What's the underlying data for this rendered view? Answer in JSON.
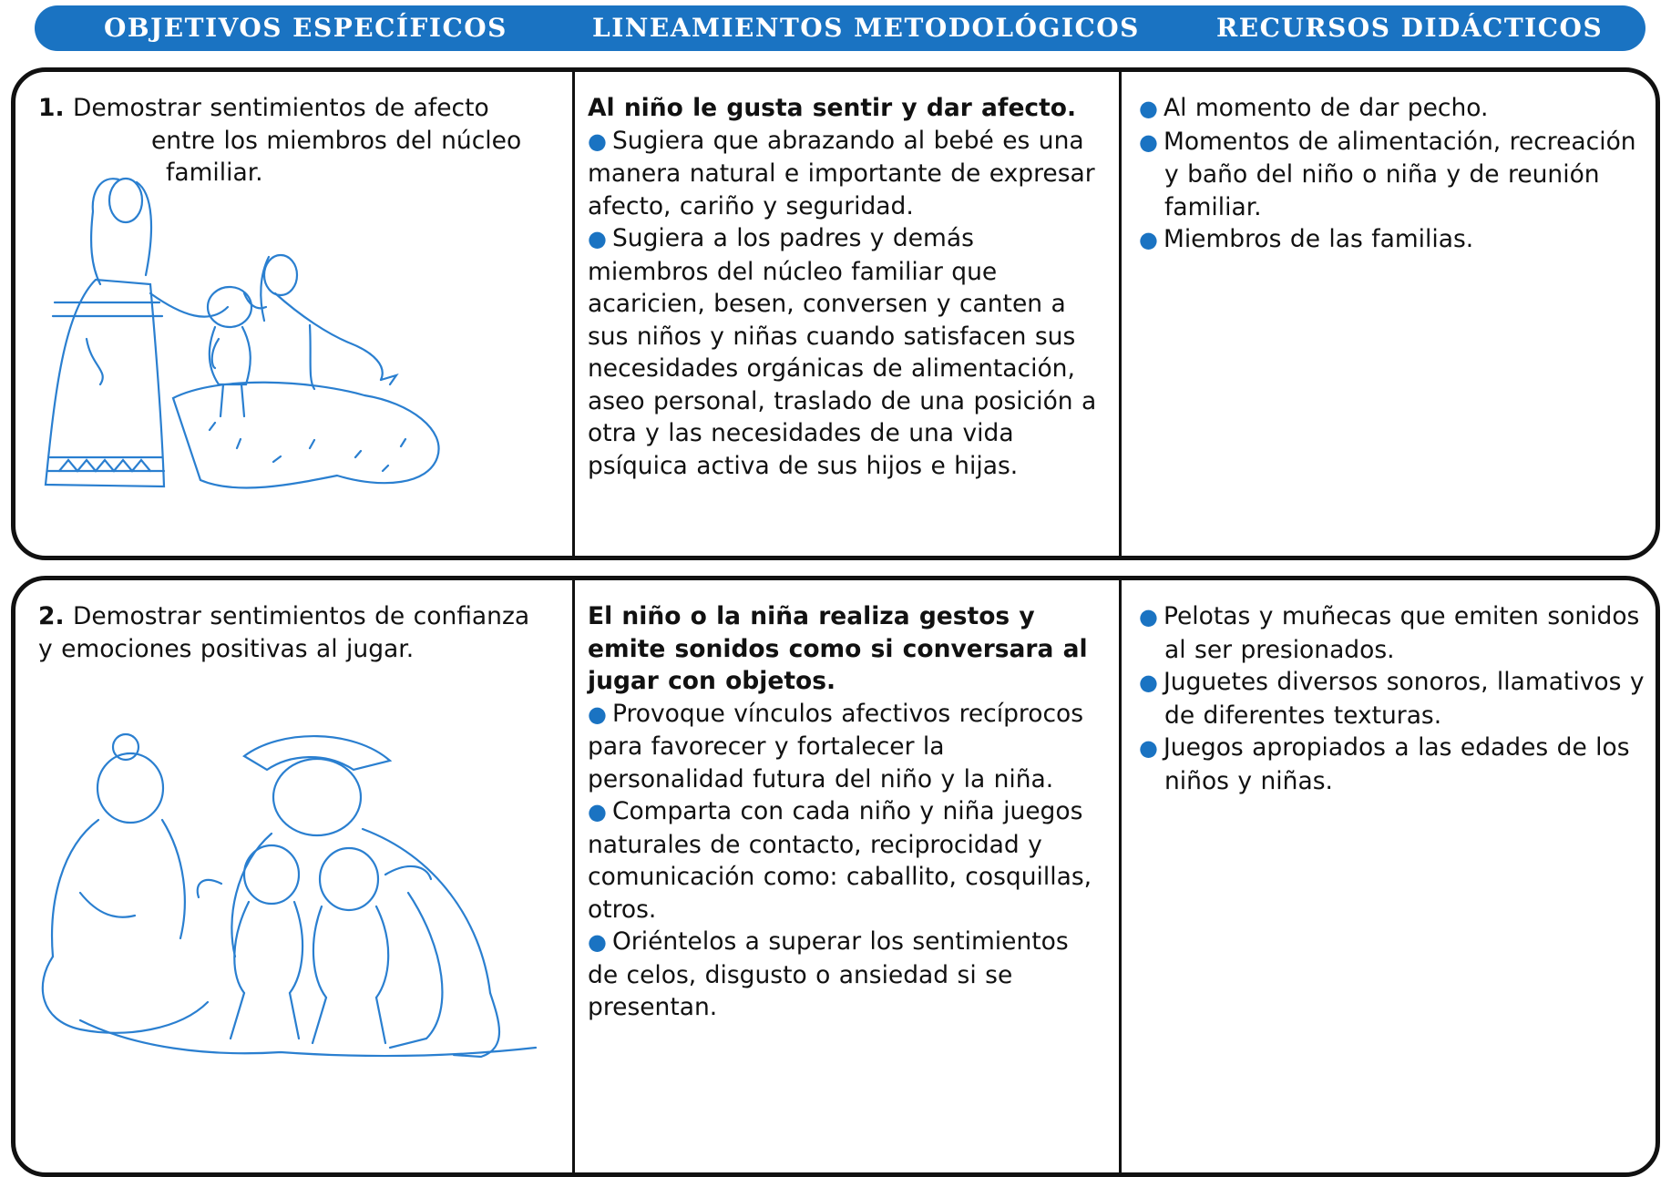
{
  "header": {
    "col1": "OBJETIVOS ESPECÍFICOS",
    "col2": "LINEAMIENTOS METODOLÓGICOS",
    "col3": "RECURSOS DIDÁCTICOS"
  },
  "row1": {
    "objective_number": "1.",
    "objective_line1": "Demostrar sentimientos de afecto",
    "objective_line2": "entre los miembros del núcleo",
    "objective_line3": "familiar.",
    "method_title": "Al niño le gusta sentir y dar afecto.",
    "method_bullet1": "Sugiera que abrazando al bebé es una manera natural e importante de expresar afecto, cariño y seguridad.",
    "method_bullet2": "Sugiera a los padres y demás miembros del núcleo familiar que acaricien, besen, conversen y canten a sus niños y niñas cuando satisfacen sus necesidades orgánicas de alimentación, aseo personal, traslado de una posición a otra y las necesidades de una vida psíquica activa de sus hijos e hijas.",
    "resources": [
      "Al momento de dar pecho.",
      "Momentos de alimentación, recreación y baño del niño o niña y de reunión familiar.",
      "Miembros de las familias."
    ]
  },
  "row2": {
    "objective_number": "2.",
    "objective_text": "Demostrar sentimientos de confianza y emociones positivas al jugar.",
    "method_title": "El niño o la niña realiza gestos y emite sonidos como si conversara al jugar con objetos.",
    "method_bullet1": "Provoque vínculos afectivos recíprocos para favorecer y fortalecer la personalidad futura del niño y la niña.",
    "method_bullet2": "Comparta con cada niño y niña juegos naturales de contacto, reciprocidad y comunicación como: caballito, cosquillas, otros.",
    "method_bullet3": "Oriéntelos a superar los sentimientos de celos, disgusto o ansiedad si se presentan.",
    "resources": [
      "Pelotas y muñecas que emiten sonidos al ser presionados.",
      "Juguetes diversos sonoros, llamativos y de diferentes texturas.",
      "Juegos apropiados a las edades de los niños y niñas."
    ]
  },
  "colors": {
    "header_blue": "#1a73c2",
    "illustration_blue": "#2a7fd0",
    "border": "#111111"
  },
  "icons": {
    "bullet": "bullet-dot-icon"
  }
}
